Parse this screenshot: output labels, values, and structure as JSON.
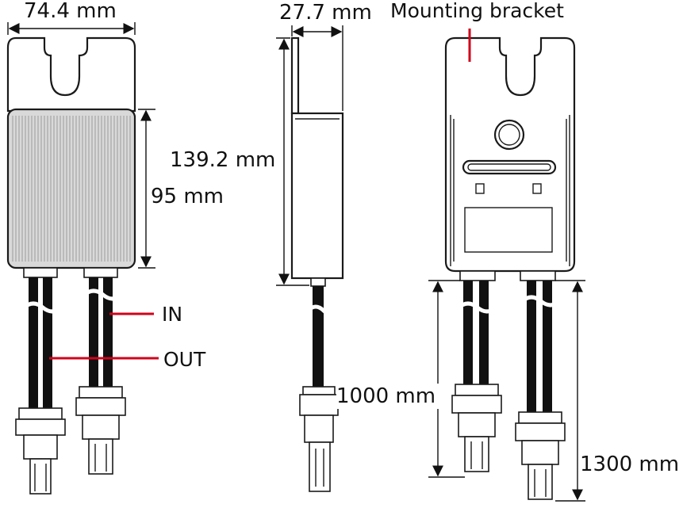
{
  "labels": {
    "width_top": "74.4 mm",
    "depth_side": "27.7 mm",
    "mounting_bracket": "Mounting bracket",
    "height_total": "139.2 mm",
    "height_body": "95 mm",
    "in": "IN",
    "out": "OUT",
    "cable_short": "1000 mm",
    "cable_long": "1300 mm"
  },
  "colors": {
    "callout": "#d0021b",
    "line": "#1a1a1a",
    "body_fill": "#d9d9d9"
  }
}
